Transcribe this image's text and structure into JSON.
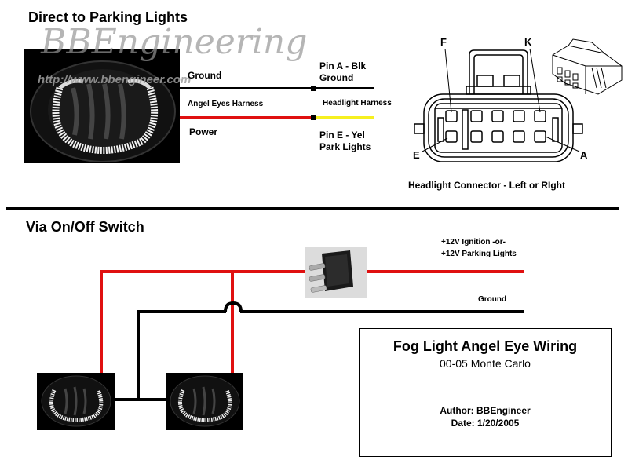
{
  "section_top": {
    "title": "Direct to Parking Lights",
    "watermark_script": "BBEngineering",
    "watermark_url": "http://www.bbengineer.com",
    "labels": {
      "ground": "Ground",
      "angel_eyes_harness": "Angel Eyes Harness",
      "power": "Power",
      "pin_a_line1": "Pin A - Blk",
      "pin_a_line2": "Ground",
      "headlight_harness": "Headlight Harness",
      "pin_e_line1": "Pin E - Yel",
      "pin_e_line2": "Park Lights"
    }
  },
  "connector": {
    "pin_labels": {
      "top_left": "F",
      "top_right": "K",
      "bottom_left": "E",
      "bottom_right": "A"
    },
    "caption": "Headlight Connector - Left or RIght"
  },
  "section_bottom": {
    "title": "Via On/Off Switch",
    "supply_line1": "+12V Ignition -or-",
    "supply_line2": "+12V Parking Lights",
    "ground": "Ground"
  },
  "title_block": {
    "title": "Fog Light Angel Eye Wiring",
    "subtitle": "00-05 Monte Carlo",
    "author": "Author:  BBEngineer",
    "date": "Date: 1/20/2005"
  },
  "colors": {
    "power_wire": "#e01010",
    "ground_wire": "#000000",
    "park_light_wire": "#f6f020"
  }
}
